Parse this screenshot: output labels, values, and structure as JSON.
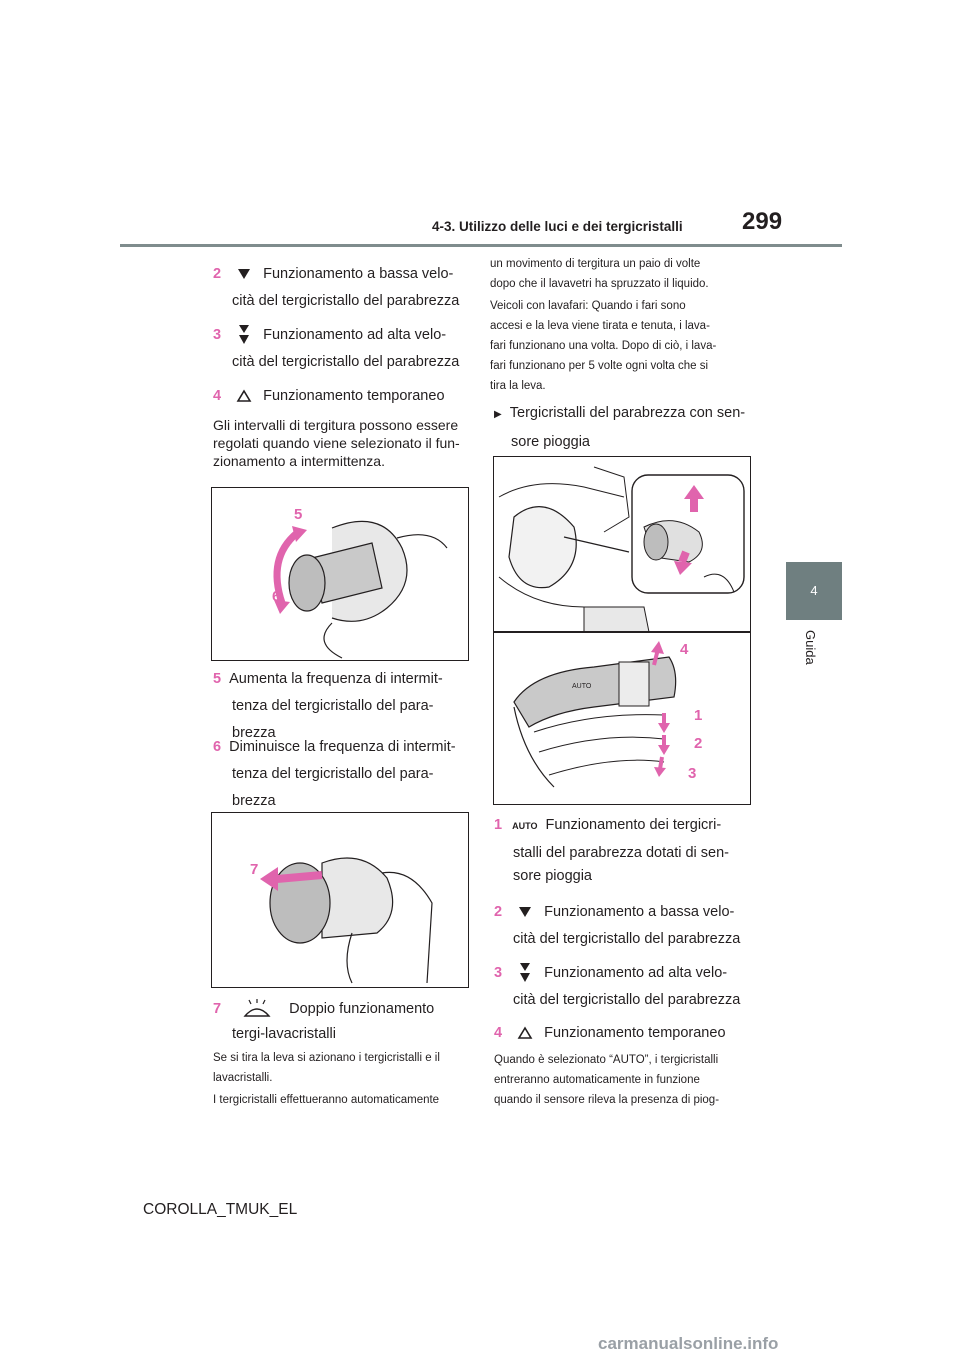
{
  "header": {
    "section_title": "4-3. Utilizzo delle luci e dei tergicristalli",
    "page_number": "299"
  },
  "chapter_tab": {
    "number": "4",
    "label": "Guida"
  },
  "left_column": {
    "item2": {
      "num": "2",
      "icon": "wiper-low-icon",
      "line1": "Funzionamento a bassa velo-",
      "line2": "cità del tergicristallo del parabrezza"
    },
    "item3": {
      "num": "3",
      "icon": "wiper-high-icon",
      "line1": "Funzionamento ad alta velo-",
      "line2": "cità del tergicristallo del parabrezza"
    },
    "item4": {
      "num": "4",
      "icon": "wiper-mist-icon",
      "line1": "Funzionamento temporaneo"
    },
    "para1": [
      "Gli intervalli di tergitura possono essere",
      "regolati quando viene selezionato il fun-",
      "zionamento a intermittenza."
    ],
    "figure1": {
      "label5": "5",
      "label6": "6"
    },
    "item5": {
      "num": "5",
      "lines": [
        "Aumenta la frequenza di intermit-",
        "tenza del tergicristallo del para-",
        "brezza"
      ]
    },
    "item6": {
      "num": "6",
      "lines": [
        "Diminuisce la frequenza di intermit-",
        "tenza del tergicristallo del para-",
        "brezza"
      ]
    },
    "figure2": {
      "label7": "7"
    },
    "item7": {
      "num": "7",
      "icon": "washer-icon",
      "line1": "Doppio funzionamento",
      "line2": "tergi-lavacristalli"
    },
    "small1": [
      "Se si tira la leva si azionano i tergicristalli e il",
      "lavacristalli."
    ],
    "small2": [
      "I tergicristalli effettueranno automaticamente"
    ]
  },
  "right_column": {
    "small_cont": [
      "un movimento di tergitura un paio di volte",
      "dopo che il lavavetri ha spruzzato il liquido."
    ],
    "small_vehicles": [
      "Veicoli con lavafari: Quando i fari sono",
      "accesi e la leva viene tirata e tenuta, i lava-",
      "fari funzionano una volta. Dopo di ciò, i lava-",
      "fari funzionano per 5 volte ogni volta che si",
      "tira la leva."
    ],
    "subheading": [
      "Tergicristalli del parabrezza con sen-",
      "sore pioggia"
    ],
    "figure3": {
      "label4": "4",
      "label1": "1",
      "label2": "2",
      "label3": "3",
      "auto_text": "AUTO"
    },
    "item1": {
      "num": "1",
      "icon_text": "AUTO",
      "lines": [
        "Funzionamento dei tergicri-",
        "stalli del parabrezza dotati di sen-",
        "sore pioggia"
      ]
    },
    "item2": {
      "num": "2",
      "icon": "wiper-low-icon",
      "line1": "Funzionamento a bassa velo-",
      "line2": "cità del tergicristallo del parabrezza"
    },
    "item3": {
      "num": "3",
      "icon": "wiper-high-icon",
      "line1": "Funzionamento ad alta velo-",
      "line2": "cità del tergicristallo del parabrezza"
    },
    "item4": {
      "num": "4",
      "icon": "wiper-mist-icon",
      "line1": "Funzionamento temporaneo"
    },
    "small_auto": [
      "Quando è selezionato “AUTO”, i tergicristalli",
      "entreranno automaticamente in funzione",
      "quando il sensore rileva la presenza di piog-"
    ]
  },
  "footer": {
    "code": "COROLLA_TMUK_EL"
  },
  "watermark": "carmanualsonline.info",
  "colors": {
    "accent": "#e064ad",
    "tab": "#6f7f80",
    "rule": "#7f8c8d"
  }
}
